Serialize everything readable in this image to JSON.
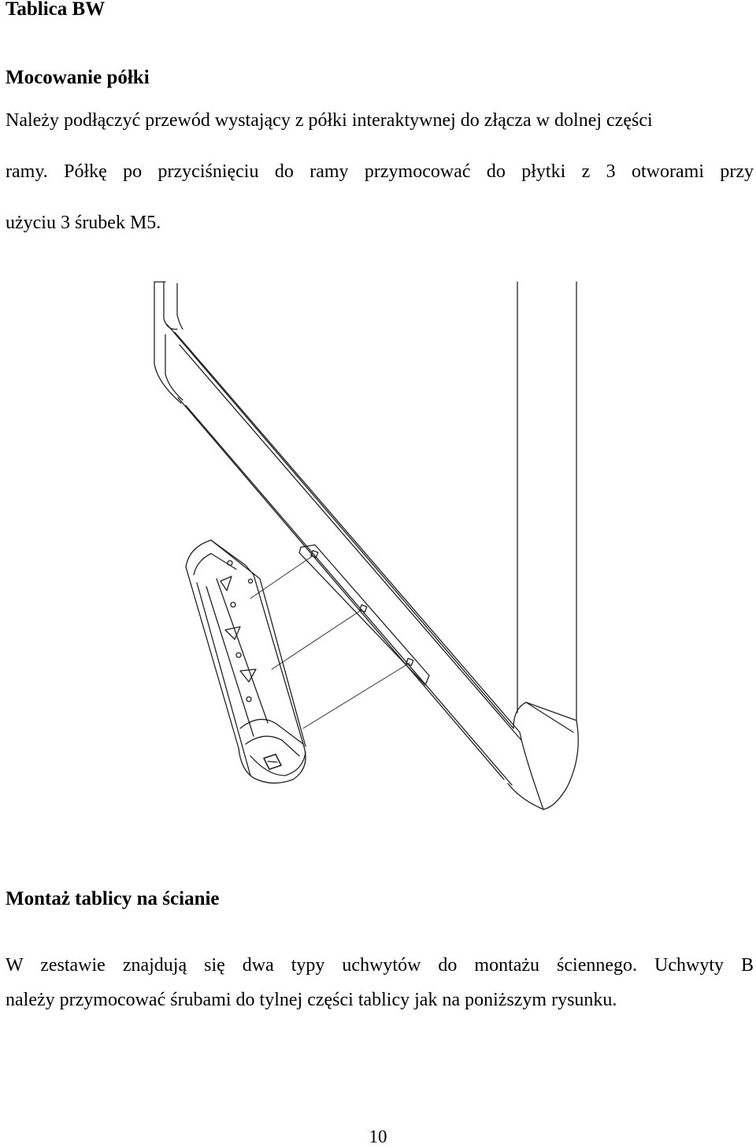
{
  "document": {
    "title": "Tablica BW",
    "section1": {
      "heading": "Mocowanie półki",
      "lines": [
        "Należy podłączyć przewód wystający z półki interaktywnej do złącza w dolnej części",
        "ramy. Półkę po przyciśnięciu do ramy przymocować do płytki z 3 otworami przy",
        "użyciu 3 śrubek M5."
      ]
    },
    "figure": {
      "kind": "technical line drawing",
      "subject": "interactive shelf attached to lower whiteboard frame with 3 M5 screws"
    },
    "section2": {
      "heading": "Montaż tablicy na ścianie",
      "lines": [
        "W zestawie znajdują się dwa typy uchwytów do montażu ściennego. Uchwyty B",
        "należy przymocować śrubami do tylnej części tablicy jak na poniższym rysunku."
      ]
    },
    "page_number": "10"
  }
}
